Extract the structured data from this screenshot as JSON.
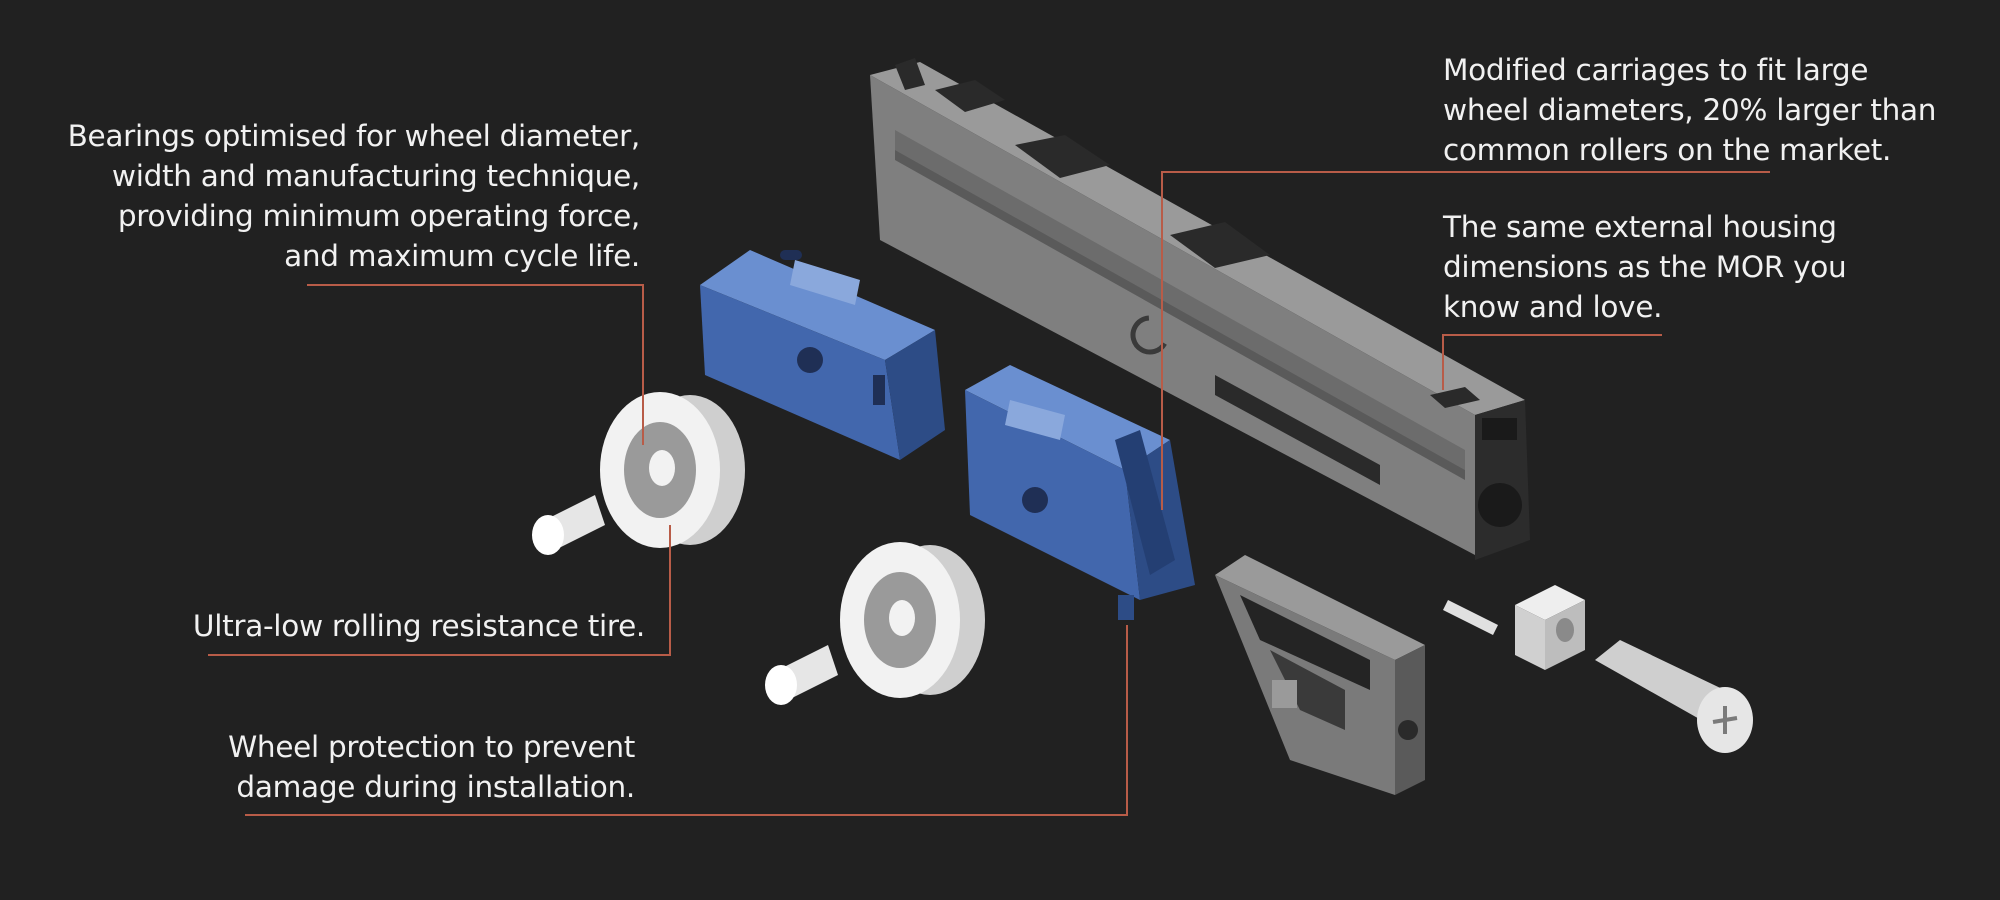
{
  "colors": {
    "background": "#212121",
    "leader_line": "#b85c48",
    "text": "#f1f1f1",
    "carriage_blue": "#4267ad",
    "housing_grey": "#8c8c8c",
    "wheel_white": "#f2f2f2"
  },
  "callouts": {
    "bearings": {
      "lines": [
        "Bearings optimised for wheel diameter,",
        "width and manufacturing technique,",
        "providing minimum operating force,",
        "and maximum cycle life."
      ]
    },
    "tire": {
      "lines": [
        "Ultra-low rolling resistance tire."
      ]
    },
    "protection": {
      "lines": [
        "Wheel protection to prevent",
        "damage during installation."
      ]
    },
    "carriages": {
      "lines": [
        "Modified carriages to fit large",
        "wheel diameters, 20% larger than",
        "common rollers on the market."
      ]
    },
    "housing": {
      "lines": [
        "The same external housing",
        "dimensions as the MOR you",
        "know and love."
      ]
    }
  }
}
